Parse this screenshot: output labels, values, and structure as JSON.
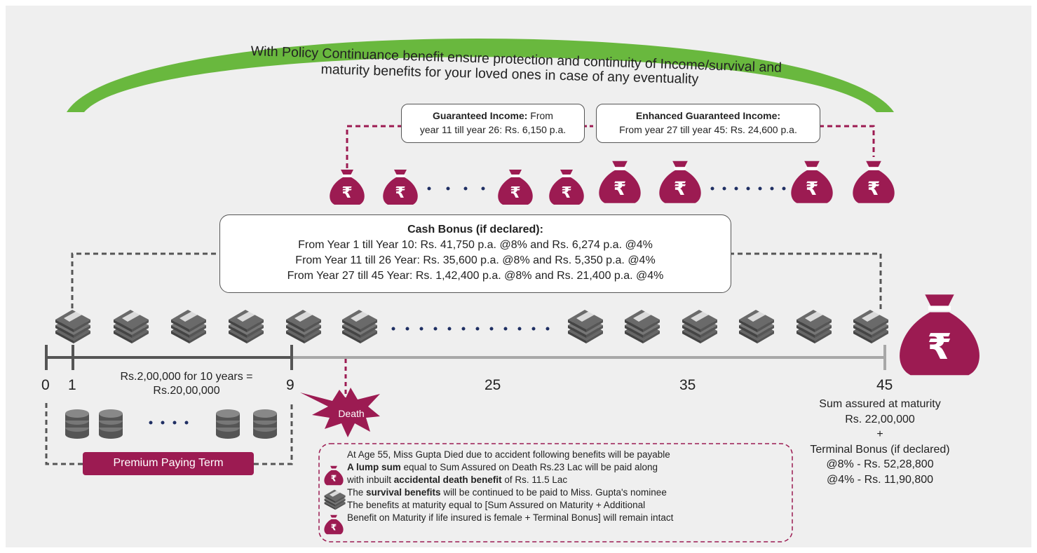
{
  "arc_text": {
    "line1": "With Policy Continuance benefit ensure protection and continuity of Income/survival and",
    "line2": "maturity benefits for your loved ones in case of any eventuality"
  },
  "guaranteed_income": {
    "title": "Guaranteed Income:",
    "line1_rest": " From",
    "line2": "year 11 till year 26: Rs. 6,150 p.a."
  },
  "enhanced_income": {
    "title": "Enhanced Guaranteed Income:",
    "line2": "From year 27 till year 45: Rs. 24,600 p.a."
  },
  "cash_bonus": {
    "title": "Cash Bonus (if declared):",
    "lines": [
      "From Year 1 till Year 10: Rs. 41,750 p.a. @8% and Rs. 6,274 p.a. @4%",
      "From  Year 11 till 26 Year:  Rs. 35,600 p.a. @8% and Rs. 5,350 p.a. @4%",
      "From Year 27 till 45 Year: Rs. 1,42,400 p.a. @8% and Rs. 21,400 p.a. @4%"
    ]
  },
  "timeline": {
    "ticks": [
      "0",
      "1",
      "9",
      "25",
      "35",
      "45"
    ],
    "premium_line1": "Rs.2,00,000 for 10 years =",
    "premium_line2": "Rs.20,00,000",
    "death_label": "Death",
    "premium_term_label": "Premium Paying Term"
  },
  "maturity": {
    "line1": "Sum assured at maturity",
    "line2": "Rs. 22,00,000",
    "plus": "+",
    "line3": "Terminal Bonus (if declared)",
    "line4": "@8% - Rs. 52,28,800",
    "line5": "@4% - Rs. 11,90,800"
  },
  "death_box": {
    "intro": "At Age 55, Miss Gupta Died due to accident following benefits will be payable",
    "b1_bold1": "A lump sum",
    "b1_rest1": " equal to Sum Assured on Death Rs.23 Lac will be paid along",
    "b1_line2a": "with inbuilt ",
    "b1_bold2": "accidental death benefit",
    "b1_line2b": " of Rs. 11.5 Lac",
    "b2_a": "The ",
    "b2_bold": "survival benefits",
    "b2_b": " will be continued to be paid to Miss. Gupta's nominee",
    "b3_line1": "The benefits at maturity equal to [Sum Assured on Maturity + Additional",
    "b3_line2": "Benefit on Maturity if life insured is female + Terminal Bonus] will remain intact"
  },
  "colors": {
    "maroon": "#9c1b52",
    "green": "#69b83e",
    "navy": "#1f2f63",
    "grey_dark": "#555555",
    "grey_light": "#a8a8a8"
  },
  "icons": {
    "bag": "rupee-money-bag-icon",
    "cash": "cash-stack-icon",
    "coins": "coin-stack-icon"
  }
}
